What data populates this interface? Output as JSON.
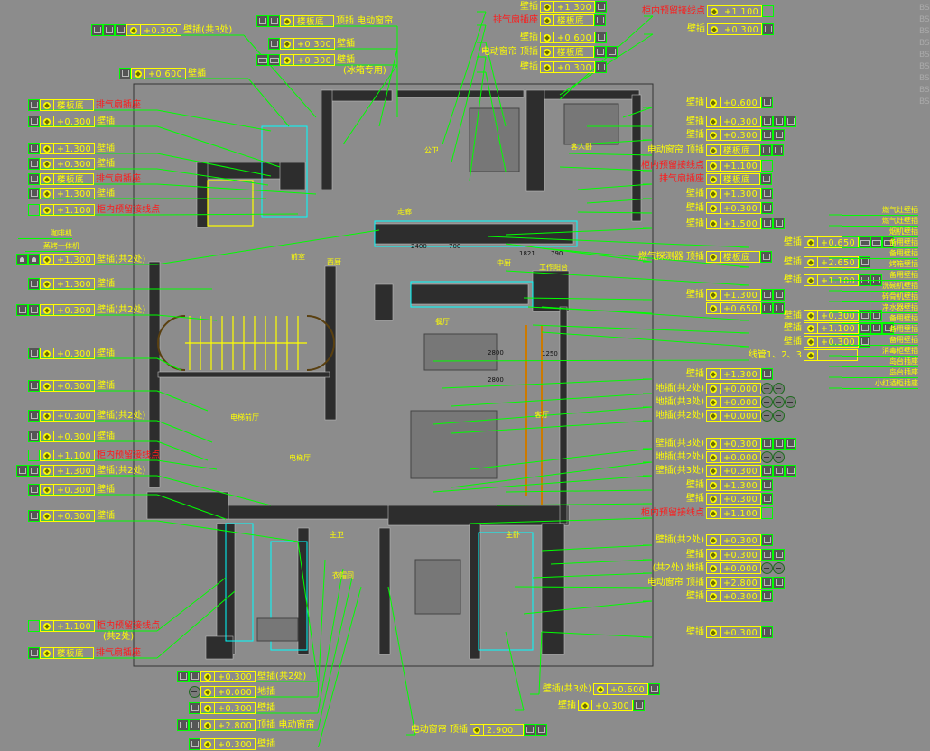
{
  "title": "插座点位布置图",
  "colors": {
    "background": "#8c8c8c",
    "leader": "#00ff00",
    "label": "#ffff00",
    "alert": "#ff1a1a",
    "wall": "#2d2d2d",
    "cyan": "#00ffff"
  },
  "callouts": {
    "left": [
      {
        "icons": [
          "outlet"
        ],
        "value": "楼板底",
        "text": "排气扇插座",
        "alert": true
      },
      {
        "icons": [
          "outlet"
        ],
        "value": "+0.300",
        "text": "壁插"
      },
      {
        "icons": [
          "outlet"
        ],
        "value": "+1.300",
        "text": "壁插"
      },
      {
        "icons": [
          "outlet"
        ],
        "value": "+0.300",
        "text": "壁插"
      },
      {
        "icons": [
          "outlet"
        ],
        "value": "楼板底",
        "text": "排气扇插座",
        "alert": true
      },
      {
        "icons": [
          "outlet"
        ],
        "value": "+1.300",
        "text": "壁插"
      },
      {
        "icons": [
          "empty"
        ],
        "value": "+1.100",
        "text": "柜内预留接线点",
        "alert": true
      },
      {
        "icons": [
          "coffee",
          "coffee"
        ],
        "value": "+1.300",
        "text": "壁插(共2处)"
      },
      {
        "icons": [
          "outlet"
        ],
        "value": "+1.300",
        "text": "壁插"
      },
      {
        "icons": [
          "outlet",
          "outlet"
        ],
        "value": "+0.300",
        "text": "壁插(共2处)"
      },
      {
        "icons": [
          "outlet"
        ],
        "value": "+0.300",
        "text": "壁插"
      },
      {
        "icons": [
          "outlet"
        ],
        "value": "+0.300",
        "text": "壁插"
      },
      {
        "icons": [
          "outlet"
        ],
        "value": "+0.300",
        "text": "壁插(共2处)"
      },
      {
        "icons": [
          "outlet"
        ],
        "value": "+0.300",
        "text": "壁插"
      },
      {
        "icons": [
          "empty"
        ],
        "value": "+1.100",
        "text": "柜内预留接线点",
        "alert": true
      },
      {
        "icons": [
          "outlet",
          "outlet"
        ],
        "value": "+1.300",
        "text": "壁插(共2处)"
      },
      {
        "icons": [
          "outlet"
        ],
        "value": "+0.300",
        "text": "壁插"
      },
      {
        "icons": [
          "outlet"
        ],
        "value": "+0.300",
        "text": "壁插"
      },
      {
        "icons": [
          "empty"
        ],
        "value": "+1.100",
        "text": "柜内预留接线点",
        "alert": true,
        "note": "(共2处)"
      },
      {
        "icons": [
          "outlet"
        ],
        "value": "楼板底",
        "text": "排气扇插座",
        "alert": true
      },
      {
        "icons": [
          "outlet",
          "outlet",
          "outlet"
        ],
        "value": "+0.300",
        "text": "壁插(共3处)"
      },
      {
        "icons": [
          "outlet"
        ],
        "value": "+0.600",
        "text": "壁插"
      },
      {
        "icons": [
          "outlet",
          "outlet"
        ],
        "value": "楼板底",
        "text": "顶插 电动窗帘"
      },
      {
        "icons": [
          "outlet"
        ],
        "value": "+0.300",
        "text": "壁插"
      },
      {
        "icons": [
          "fridge",
          "fridge"
        ],
        "value": "+0.300",
        "text": "壁插",
        "note": "(冰箱专用)"
      },
      {
        "icons": [
          "outlet",
          "outlet"
        ],
        "value": "+0.300",
        "text": "壁插(共2处)"
      },
      {
        "icons": [
          "floor"
        ],
        "value": "+0.000",
        "text": "地插"
      },
      {
        "icons": [
          "outlet"
        ],
        "value": "+0.300",
        "text": "壁插"
      },
      {
        "icons": [
          "outlet",
          "outlet"
        ],
        "value": "+2.800",
        "text": "顶插 电动窗帘"
      },
      {
        "icons": [
          "outlet"
        ],
        "value": "+0.300",
        "text": "壁插"
      }
    ],
    "right": [
      {
        "icons": [
          "outlet"
        ],
        "value": "+1.300",
        "text": "壁插"
      },
      {
        "icons": [
          "outlet"
        ],
        "value": "楼板底",
        "text": "排气扇插座",
        "alert": true
      },
      {
        "icons": [
          "outlet"
        ],
        "value": "+0.600",
        "text": "壁插"
      },
      {
        "icons": [
          "outlet",
          "outlet"
        ],
        "value": "楼板底",
        "text": "电动窗帘 顶插"
      },
      {
        "icons": [
          "outlet"
        ],
        "value": "+0.300",
        "text": "壁插"
      },
      {
        "icons": [
          "empty"
        ],
        "value": "+1.100",
        "text": "柜内预留接线点",
        "alert": true
      },
      {
        "icons": [
          "outlet"
        ],
        "value": "+0.300",
        "text": "壁插"
      },
      {
        "icons": [
          "outlet"
        ],
        "value": "+0.600",
        "text": "壁插"
      },
      {
        "icons": [
          "outlet",
          "outlet",
          "outlet"
        ],
        "value": "+0.300",
        "text": "壁插"
      },
      {
        "icons": [
          "outlet",
          "outlet"
        ],
        "value": "+0.300",
        "text": "壁插"
      },
      {
        "icons": [
          "outlet",
          "outlet"
        ],
        "value": "楼板底",
        "text": "电动窗帘 顶插"
      },
      {
        "icons": [
          "empty"
        ],
        "value": "+1.100",
        "text": "柜内预留接线点",
        "alert": true
      },
      {
        "icons": [
          "outlet"
        ],
        "value": "楼板底",
        "text": "排气扇插座",
        "alert": true
      },
      {
        "icons": [
          "outlet"
        ],
        "value": "+1.300",
        "text": "壁插"
      },
      {
        "icons": [
          "outlet"
        ],
        "value": "+0.300",
        "text": "壁插"
      },
      {
        "icons": [
          "outlet",
          "outlet"
        ],
        "value": "+1.500",
        "text": "壁插"
      },
      {
        "icons": [
          "fridge",
          "fridge",
          "fridge"
        ],
        "value": "+0.650",
        "text": "壁插"
      },
      {
        "icons": [
          "outlet"
        ],
        "value": "楼板底",
        "text": "燃气探测器 顶插"
      },
      {
        "icons": [
          "outlet"
        ],
        "value": "+2.650",
        "text": "壁插"
      },
      {
        "icons": [
          "outlet",
          "outlet"
        ],
        "value": "+1.100",
        "text": "壁插"
      },
      {
        "icons": [
          "outlet",
          "outlet"
        ],
        "value": "+1.300",
        "text": "壁插"
      },
      {
        "icons": [
          "outlet",
          "outlet"
        ],
        "value": "+0.650",
        "text": ""
      },
      {
        "icons": [
          "outlet",
          "outlet"
        ],
        "value": "+0.300",
        "text": "壁插"
      },
      {
        "icons": [
          "outlet",
          "outlet",
          "outlet"
        ],
        "value": "+1.100",
        "text": "壁插"
      },
      {
        "icons": [
          "outlet"
        ],
        "value": "+0.300",
        "text": "壁插"
      },
      {
        "icons": [],
        "value": "",
        "text": "线管1、2、3"
      },
      {
        "icons": [
          "outlet"
        ],
        "value": "+1.300",
        "text": "壁插"
      },
      {
        "icons": [
          "floor",
          "floor"
        ],
        "value": "+0.000",
        "text": "地插(共2处)"
      },
      {
        "icons": [
          "floor",
          "floor",
          "floor"
        ],
        "value": "+0.000",
        "text": "地插(共3处)"
      },
      {
        "icons": [
          "floor",
          "floor"
        ],
        "value": "+0.000",
        "text": "地插(共2处)"
      },
      {
        "icons": [
          "outlet",
          "outlet",
          "outlet"
        ],
        "value": "+0.300",
        "text": "壁插(共3处)"
      },
      {
        "icons": [
          "floor",
          "floor"
        ],
        "value": "+0.000",
        "text": "地插(共2处)"
      },
      {
        "icons": [
          "outlet",
          "outlet",
          "outlet"
        ],
        "value": "+0.300",
        "text": "壁插(共3处)"
      },
      {
        "icons": [
          "outlet"
        ],
        "value": "+1.300",
        "text": "壁插"
      },
      {
        "icons": [
          "outlet"
        ],
        "value": "+0.300",
        "text": "壁插"
      },
      {
        "icons": [
          "empty"
        ],
        "value": "+1.100",
        "text": "柜内预留接线点",
        "alert": true
      },
      {
        "icons": [
          "outlet"
        ],
        "value": "+0.300",
        "text": "壁插(共2处)"
      },
      {
        "icons": [
          "outlet",
          "outlet"
        ],
        "value": "+0.300",
        "text": "壁插"
      },
      {
        "icons": [
          "floor",
          "floor"
        ],
        "value": "+0.000",
        "text": "(共2处) 地插"
      },
      {
        "icons": [
          "outlet",
          "outlet"
        ],
        "value": "+2.800",
        "text": "电动窗帘 顶插"
      },
      {
        "icons": [
          "outlet"
        ],
        "value": "+0.300",
        "text": "壁插"
      },
      {
        "icons": [
          "outlet"
        ],
        "value": "+0.300",
        "text": "壁插"
      },
      {
        "icons": [
          "outlet"
        ],
        "value": "+0.300",
        "text": "壁插"
      },
      {
        "icons": [
          "outlet"
        ],
        "value": "+0.600",
        "text": "壁插(共3处)"
      },
      {
        "icons": [
          "outlet",
          "outlet"
        ],
        "value": "2.900",
        "text": "电动窗帘 顶插"
      }
    ]
  },
  "appliance_notes": [
    "咖啡机",
    "蒸烤一体机"
  ],
  "kitchen_notes": [
    "燃气灶壁插",
    "燃气灶壁插",
    "烟机壁插",
    "备用壁插",
    "备用壁插",
    "烤箱壁插",
    "备用壁插",
    "洗碗机壁插",
    "碎骨机壁插",
    "净水器壁插",
    "备用壁插",
    "备用壁插",
    "备用壁插",
    "消毒柜壁插",
    "岛台插座",
    "岛台插座",
    "小红酒柜插座"
  ],
  "bs_labels": [
    "BS-",
    "BS-",
    "BS-",
    "BS-",
    "BS-",
    "BS-",
    "BS-",
    "BS-",
    "BS-"
  ],
  "rooms": [
    "西厨",
    "中厨",
    "工作阳台",
    "餐厅",
    "客厅",
    "前室",
    "电梯前厅",
    "电梯厅",
    "主卧",
    "主卫",
    "衣帽间",
    "客人卧",
    "走廊",
    "公卫"
  ],
  "dimensions": [
    "2400",
    "700",
    "1821",
    "790",
    "2800",
    "2800",
    "1250"
  ]
}
